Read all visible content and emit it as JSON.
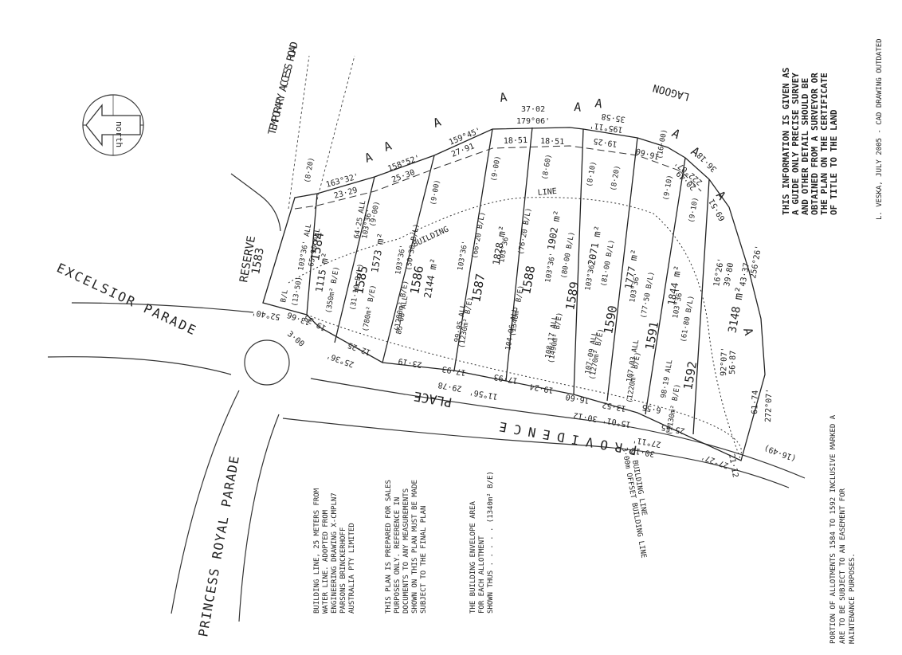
{
  "roads": {
    "temporary_access_road": "TEMPORARY ACCESS ROAD",
    "lagoon": "LAGOON",
    "excelsior_parade": "EXCELSIOR PARADE",
    "princess_royal_parade": "PRINCESS ROYAL PARADE",
    "place": "PLACE",
    "providence": "PROVIDENCE",
    "offset_building_line": "3·00m OFFSET BUILDING LINE",
    "building_line": "BUILDING LINE"
  },
  "compass": {
    "label": "north"
  },
  "reserve": {
    "label": "RESERVE",
    "number": "1583"
  },
  "lots": [
    {
      "id": "1584",
      "area": "1115 m²",
      "envelope": "(350m² B/E)"
    },
    {
      "id": "1585",
      "area": "1573 m²",
      "envelope": "(780m² B/E)"
    },
    {
      "id": "1586",
      "area": "2144 m²",
      "envelope": "(1280m² B/E)"
    },
    {
      "id": "1587",
      "area": "1828 m²",
      "envelope": "(1230m² B/E)"
    },
    {
      "id": "1588",
      "area": "1902 m²",
      "envelope": "(1340m² B/E)"
    },
    {
      "id": "1589",
      "area": "2071 m²",
      "envelope": "(1490m² B/E)"
    },
    {
      "id": "1590",
      "area": "1777 m²",
      "envelope": "(1270m² B/E)"
    },
    {
      "id": "1591",
      "area": "1844 m²",
      "envelope": "(1220m² B/E)"
    },
    {
      "id": "1592",
      "area": "3148 m²",
      "envelope": "(1130m² B/E)"
    }
  ],
  "top_dims": [
    "163°32'",
    "23·29",
    "158°52'",
    "25·30",
    "159°45'",
    "27·91",
    "18·51",
    "37·02",
    "179°06'",
    "18·51",
    "19·25",
    "195°11'",
    "35·58",
    "16·60",
    "222°07'",
    "20·49",
    "36·18",
    "69·51"
  ],
  "side_dims": [
    "(8·20)",
    "(9·00)",
    "(9·00)",
    "(9·00)",
    "(8·60)",
    "(8·10)",
    "(8·20)",
    "(9·10)",
    "(9·10)",
    "(16·00)"
  ],
  "lot_bearings": [
    "103°36' ALL",
    "65·90 ALL",
    "103°36'",
    "64·25 ALL",
    "103°36'",
    "85·08 ALL",
    "103°36'",
    "99·95 ALL",
    "103°36'",
    "104·06 ALL",
    "103°36'",
    "108·17 ALL",
    "103°36'",
    "107·09 ALL",
    "103°36'",
    "107·03 ALL",
    "103°36'",
    "98·19 ALL"
  ],
  "building_lines": [
    "(13·50)",
    "(31·10 B/L)",
    "(50·30 B/L)",
    "(66·20 B/L)",
    "(76·20 B/L)",
    "(80·00 B/L)",
    "(81·00 B/L)",
    "(77·50 B/L)",
    "(61·80 B/L)"
  ],
  "bl_label": "B/L",
  "bottom_dims": [
    "52°40'",
    "3·00",
    "13·66",
    "19·33",
    "12·25",
    "25°36'",
    "23·19",
    "17·93",
    "17·93",
    "29·78",
    "11°56'",
    "19·24",
    "16·60",
    "30·12",
    "13·52",
    "15°01'",
    "6·55",
    "25·55",
    "27°11'",
    "30·12",
    "27°27'",
    "21·12",
    "(16·49)"
  ],
  "right_dims": [
    "16°26'",
    "39·80",
    "43·37",
    "256°26'",
    "92°07'",
    "56·87",
    "61·74",
    "272°07'"
  ],
  "building_label": "BUILDING",
  "line_label": "LINE",
  "easement_marker": "A",
  "notes": {
    "survey": [
      "THIS INFORMATION IS GIVEN AS",
      "A GUIDE ONLY PRECISE SURVEY",
      "AND OTHER DETAIL SHOULD BE",
      "OBTAINED FROM A SURVEYOR OR",
      "THE PLAN ON THE CERTIFICATE",
      "OF TITLE TO THE LAND"
    ],
    "credit": "L. VESKA, JULY 2005 - CAD DRAWING OUTDATED",
    "building_line_note": [
      "BUILDING LINE, 25 METERS FROM",
      "WATER LINE. ADOPTED FROM",
      "ENGINEERING DRAWING X-CMPLN7",
      "PARSONS BRINCKERHOFF",
      "AUSTRALIA PTY LIMITED"
    ],
    "sales_note": [
      "THIS PLAN IS PREPARED FOR SALES",
      "PURPOSES ONLY. REFERENCE IN",
      "DOCUMENTS TO ANY MEASUREMENTS",
      "SHOWN ON THIS PLAN MUST BE MADE",
      "SUBJECT TO THE FINAL PLAN"
    ],
    "envelope_note": [
      "THE BUILDING ENVELOPE AREA",
      "FOR EACH ALLOTMENT",
      "SHOWN THUS . . . . . (1340m² B/E)"
    ],
    "easement_note": [
      "PORTION OF ALLOTMENTS 1584 TO 1592 INCLUSIVE MARKED A",
      "ARE TO BE SUBJECT TO AN EASEMENT FOR",
      "MAINTENANCE PURPOSES."
    ]
  }
}
